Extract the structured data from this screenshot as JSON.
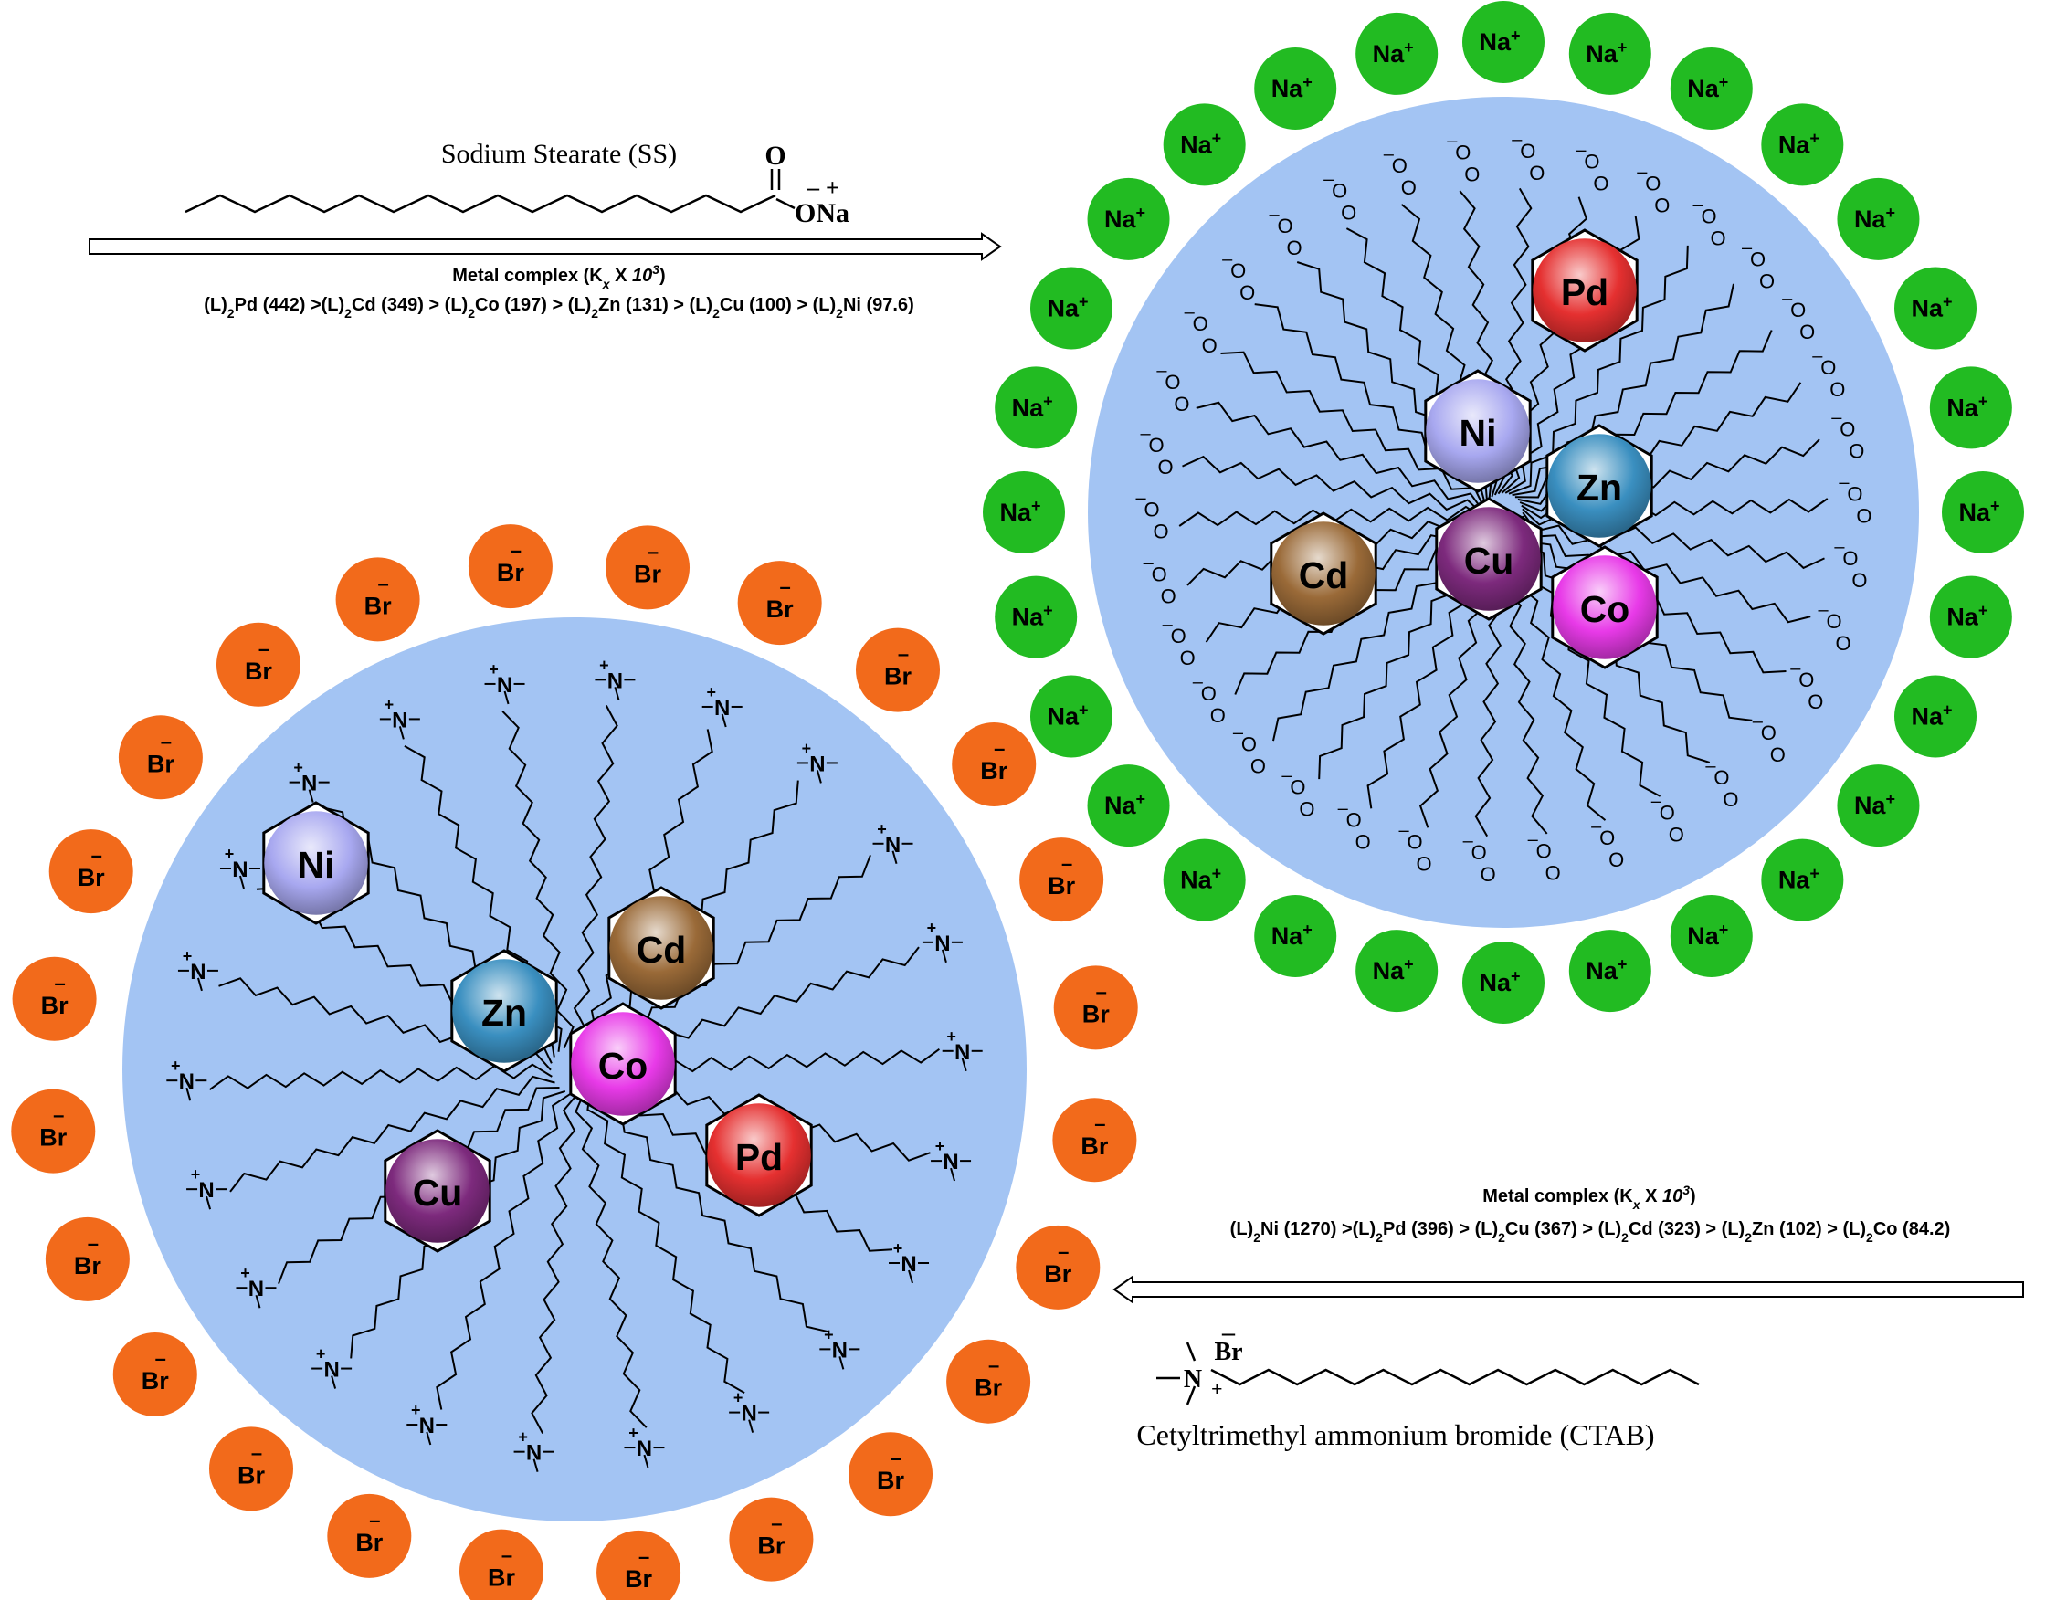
{
  "ss": {
    "name": "Sodium Stearate (SS)",
    "carbonyl_o": "O",
    "o_minus": "–",
    "o_plus": "+",
    "salt": "ONa",
    "header": {
      "pre": "Metal complex (K",
      "sub": "x",
      "mid": " X ",
      "sup_pre": "10",
      "sup": "3",
      "post": ")"
    },
    "order": [
      {
        "pre": "(L)",
        "sub": "2",
        "post": "Pd (442) >"
      },
      {
        "pre": "(L)",
        "sub": "2",
        "post": "Cd  (349) > "
      },
      {
        "pre": "(L)",
        "sub": "2",
        "post": "Co (197) > "
      },
      {
        "pre": "(L)",
        "sub": "2",
        "post": "Zn (131) > "
      },
      {
        "pre": "(L)",
        "sub": "2",
        "post": "Cu (100) > "
      },
      {
        "pre": "(L)",
        "sub": "2",
        "post": "Ni (97.6)"
      }
    ],
    "counter_ion": "Na",
    "counter_charge": "+",
    "head_o": "O",
    "head_charge": "–",
    "metals": [
      "Pd",
      "Ni",
      "Zn",
      "Cd",
      "Cu",
      "Co"
    ]
  },
  "ctab": {
    "name": "Cetyltrimethyl ammonium bromide (CTAB)",
    "br": "Br",
    "br_charge": "–",
    "n": "N",
    "n_charge": "+",
    "header": {
      "pre": "Metal complex (K",
      "sub": "x",
      "mid": " X ",
      "sup_pre": "10",
      "sup": "3",
      "post": ")"
    },
    "order": [
      {
        "pre": "(L)",
        "sub": "2",
        "post": "Ni (1270) >"
      },
      {
        "pre": "(L)",
        "sub": "2",
        "post": "Pd  (396) > "
      },
      {
        "pre": "(L)",
        "sub": "2",
        "post": "Cu (367) > "
      },
      {
        "pre": "(L)",
        "sub": "2",
        "post": "Cd (323) > "
      },
      {
        "pre": "(L)",
        "sub": "2",
        "post": "Zn (102) > "
      },
      {
        "pre": "(L)",
        "sub": "2",
        "post": "Co (84.2)"
      }
    ],
    "counter_ion": "Br",
    "counter_charge": "–",
    "metals": [
      "Ni",
      "Zn",
      "Cd",
      "Co",
      "Cu",
      "Pd"
    ]
  },
  "colors": {
    "micelle": "#a3c4f3",
    "sodium": "#22bb22",
    "bromide": "#f26a1b",
    "Pd": "#e53030",
    "Ni": "#a8a8f0",
    "Zn": "#3a8fc0",
    "Cd": "#9a6a38",
    "Cu": "#7d2a7d",
    "Co": "#e83ae8"
  }
}
